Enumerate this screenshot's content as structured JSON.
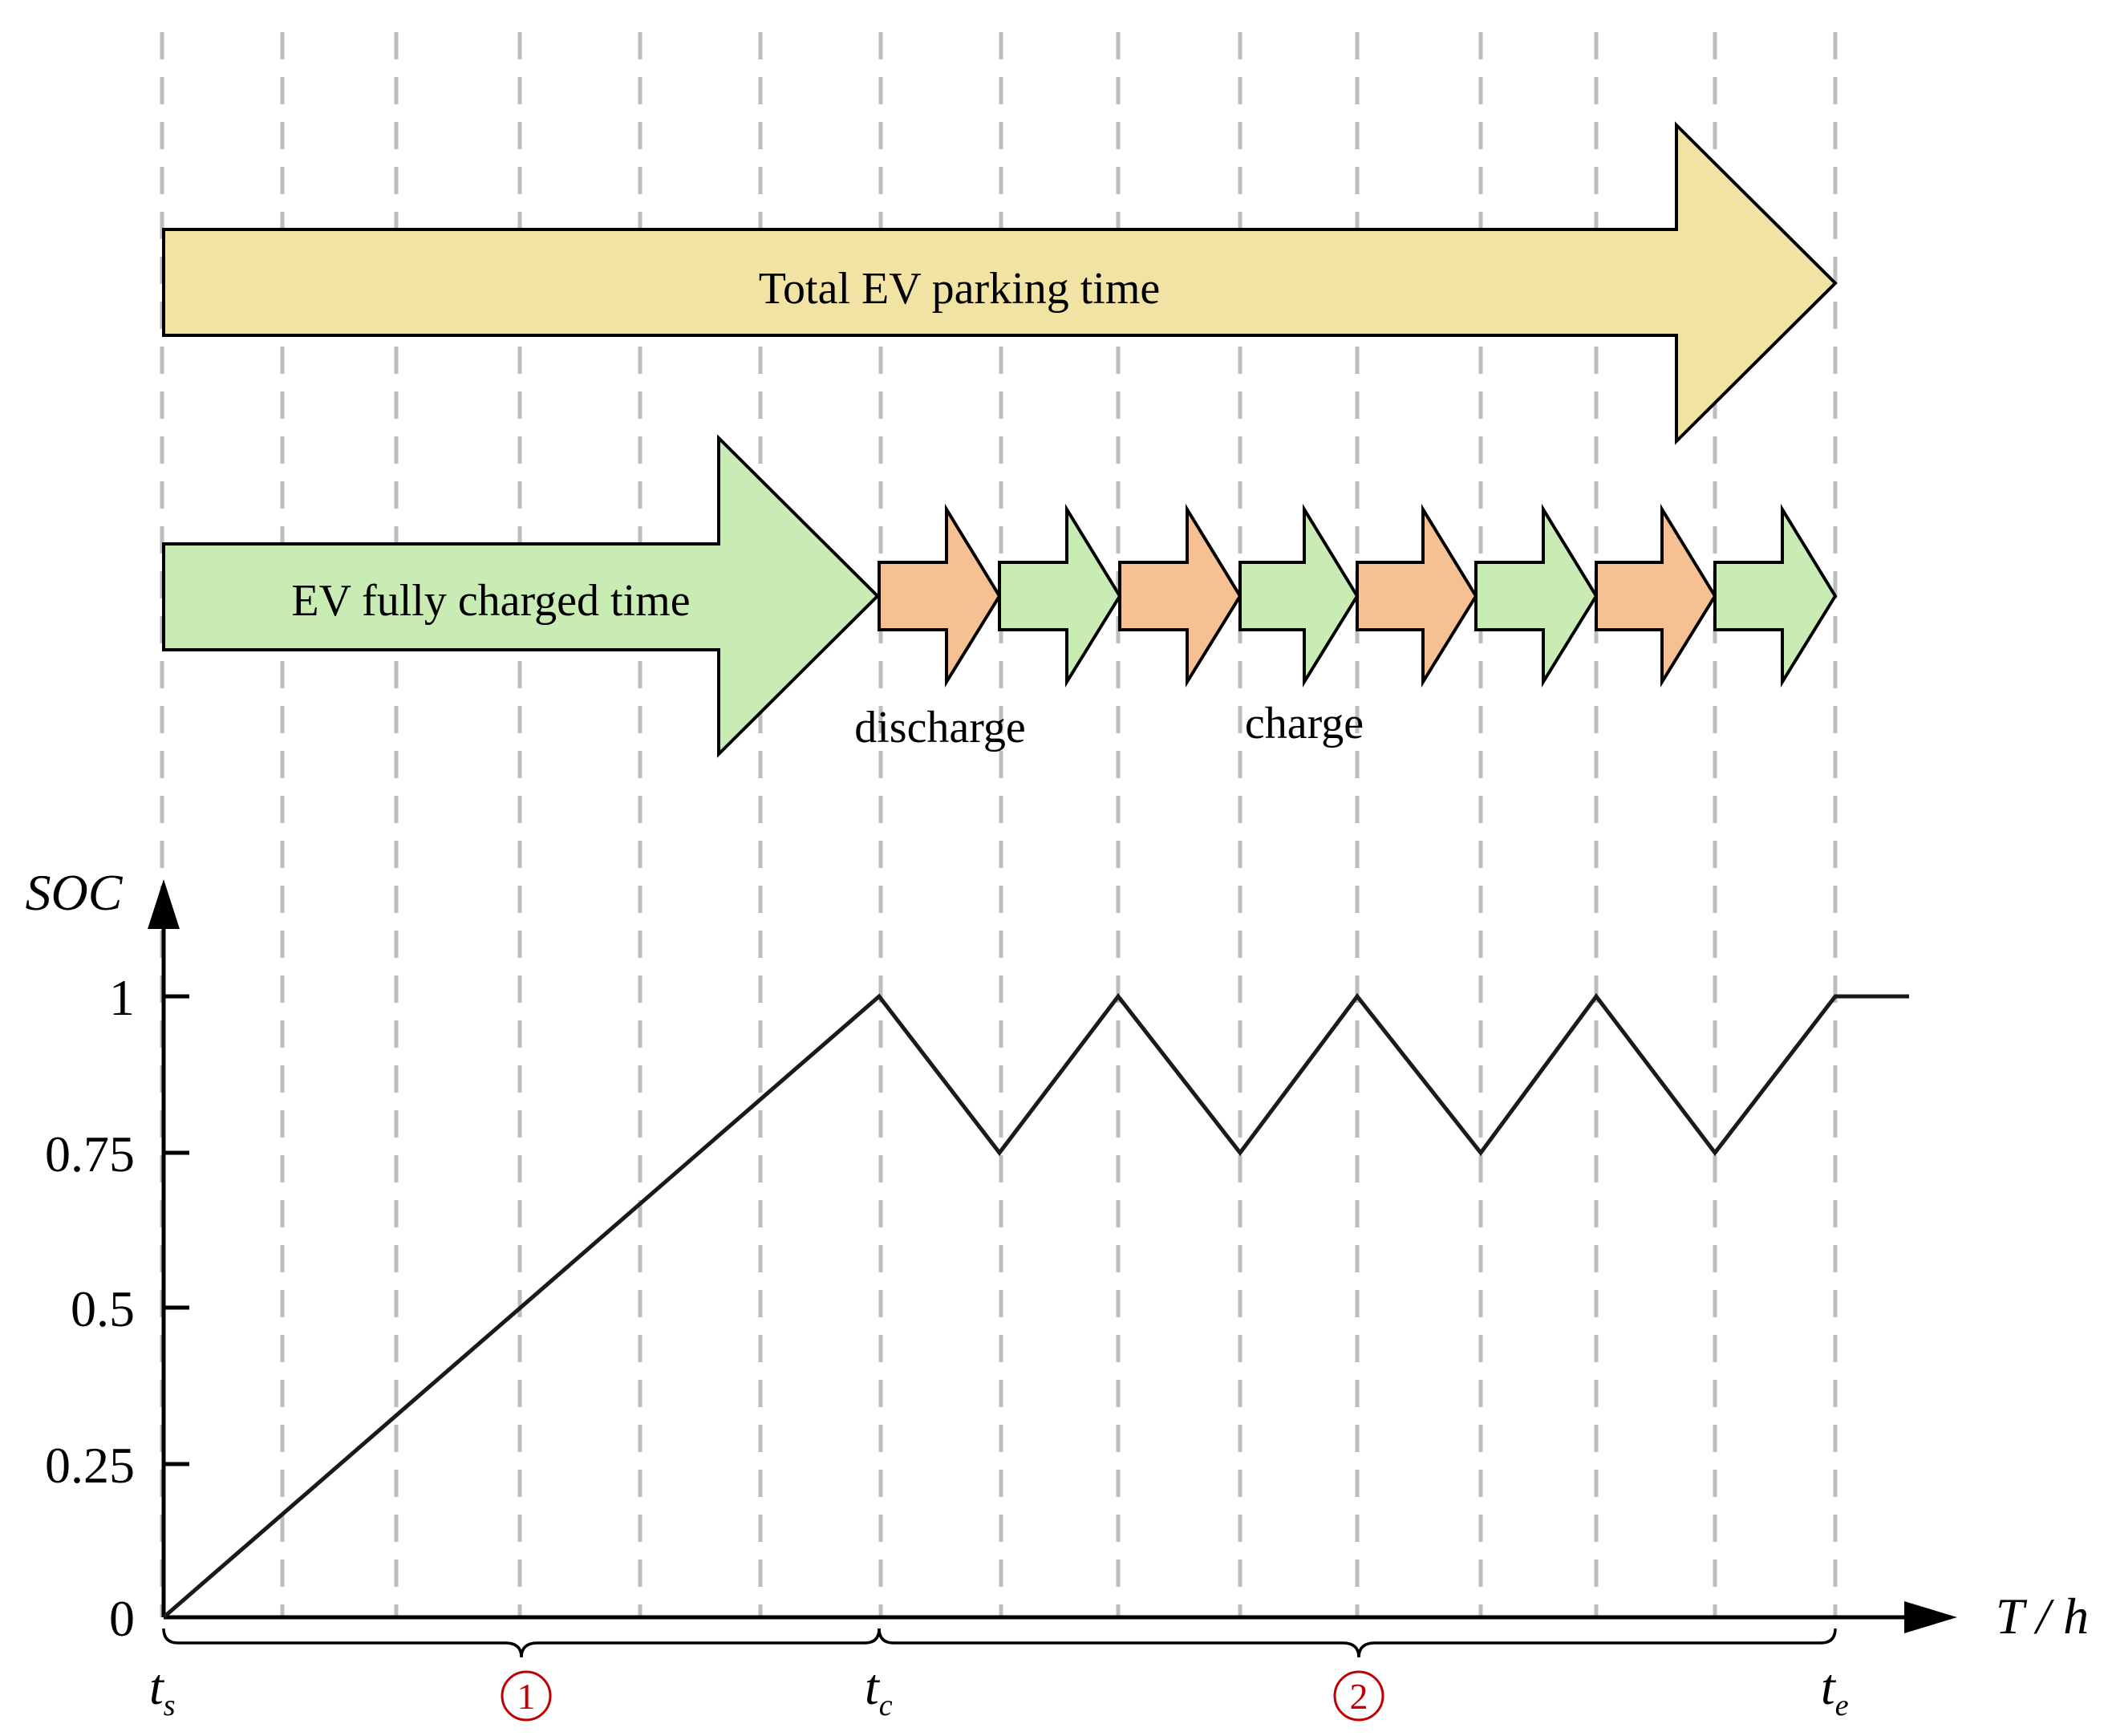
{
  "colors": {
    "total_arrow": "#F1E3A3",
    "green_arrow": "#C9EBB4",
    "orange_arrow": "#F5C193",
    "gridline": "#BDBDBD",
    "circle_marker": "#C00000"
  },
  "top_arrows": {
    "total_label": "Total EV parking time",
    "full_label": "EV fully charged time",
    "discharge_label": "discharge",
    "charge_label": "charge",
    "segment_sequence": [
      "discharge",
      "charge",
      "discharge",
      "charge",
      "discharge",
      "charge",
      "discharge",
      "charge"
    ]
  },
  "axes": {
    "y_label": "SOC",
    "x_label": "T / h",
    "y_ticks": [
      "1",
      "0.75",
      "0.5",
      "0.25",
      "0"
    ]
  },
  "time_labels": {
    "ts_main": "t",
    "ts_sub": "s",
    "tc_main": "t",
    "tc_sub": "c",
    "te_main": "t",
    "te_sub": "e"
  },
  "phases": {
    "phase1": "1",
    "phase2": "2"
  },
  "soc_curve": {
    "soc_start": 0,
    "soc_full": 1,
    "soc_low": 0.75,
    "cycles_after_full": 4,
    "constant_after_end": 1
  }
}
